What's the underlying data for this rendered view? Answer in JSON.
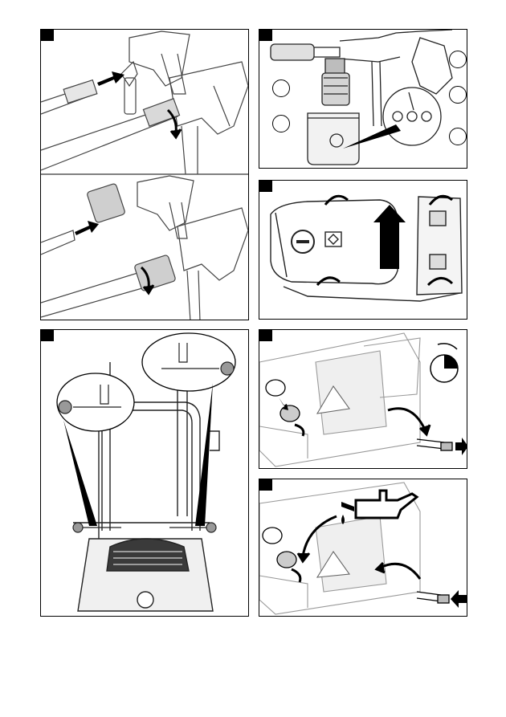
{
  "panels": [
    {
      "id": "hose-connect",
      "badge": ""
    },
    {
      "id": "foam-bottle",
      "badge": ""
    },
    {
      "id": "unpack-lift",
      "badge": ""
    },
    {
      "id": "handle-assembly",
      "badge": ""
    },
    {
      "id": "oil-drain",
      "badge": ""
    },
    {
      "id": "oil-fill",
      "badge": ""
    }
  ],
  "callouts": [
    "",
    "",
    "",
    "",
    ""
  ],
  "icons": {
    "push_arrow": "arrow-right-icon",
    "rotate_arrow": "rotate-icon",
    "lift_arrow": "arrow-up-icon",
    "clock": "clock-icon",
    "oil_can": "oil-can-icon"
  },
  "colors": {
    "ink": "#000000",
    "line": "#333333",
    "shade": "#bfbfbf",
    "paper": "#ffffff"
  }
}
